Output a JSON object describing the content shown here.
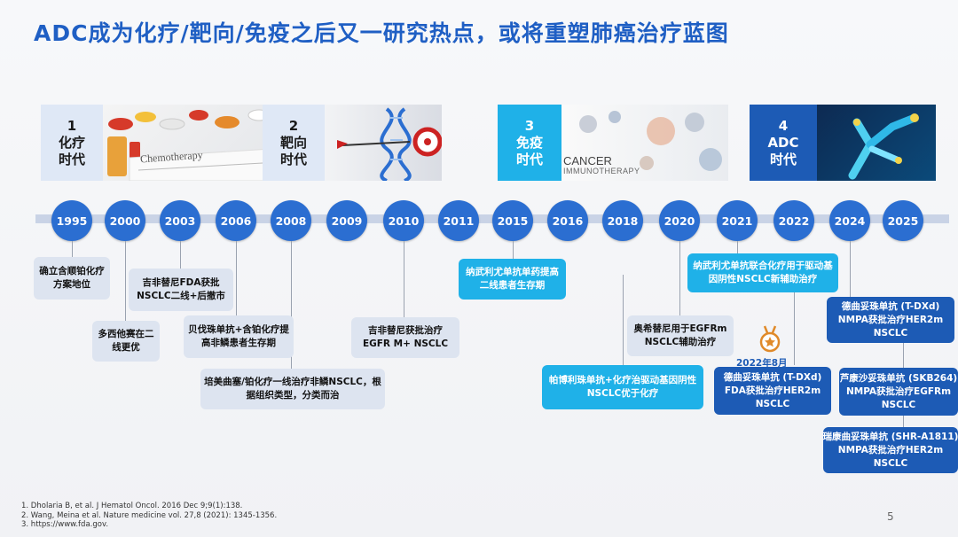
{
  "title": "ADC成为化疗/靶向/免疫之后又一研究热点，或将重塑肺癌治疗蓝图",
  "eras": [
    {
      "num": "1",
      "line1": "化疗",
      "line2": "时代",
      "image_text": "Chemotherapy"
    },
    {
      "num": "2",
      "line1": "靶向",
      "line2": "时代"
    },
    {
      "num": "3",
      "line1": "免疫",
      "line2": "时代",
      "image_text": "CANCER",
      "image_text2": "IMMUNOTHERAPY"
    },
    {
      "num": "4",
      "line1": "ADC",
      "line2": "时代"
    }
  ],
  "years": [
    "1995",
    "2000",
    "2003",
    "2006",
    "2008",
    "2009",
    "2010",
    "2011",
    "2015",
    "2016",
    "2018",
    "2020",
    "2021",
    "2022",
    "2024",
    "2025"
  ],
  "events": {
    "e1995": "确立含顺铂化疗方案地位",
    "e2000": "多西他赛在二线更优",
    "e2003": "吉非替尼FDA获批NSCLC二线+后撤市",
    "e2006": "贝伐珠单抗+含铂化疗提高非鳞患者生存期",
    "e2008": "培美曲塞/铂化疗一线治疗非鳞NSCLC，根据组织类型，分类而治",
    "e2010": "吉非替尼获批治疗EGFR M+ NSCLC",
    "e2015": "纳武利尤单抗单药提高二线患者生存期",
    "e2016": "帕博利珠单抗+化疗治驱动基因阴性NSCLC优于化疗",
    "e2020": "奥希替尼用于EGFRm NSCLC辅助治疗",
    "e2021": "纳武利尤单抗联合化疗用于驱动基因阴性NSCLC新辅助治疗",
    "e2022a": "德曲妥珠单抗 (T-DXd)",
    "e2022b": "FDA获批治疗HER2m",
    "e2022c": "NSCLC",
    "e2022_date": "2022年8月",
    "e2024a": "德曲妥珠单抗 (T-DXd)",
    "e2024b": "NMPA获批治疗HER2m",
    "e2024c": "NSCLC",
    "e2025a1": "芦康沙妥珠单抗 (SKB264)",
    "e2025a2": "NMPA获批治疗EGFRm",
    "e2025a3": "NSCLC",
    "e2025b1": "瑞康曲妥珠单抗 (SHR-A1811)",
    "e2025b2": "NMPA获批治疗HER2m",
    "e2025b3": "NSCLC"
  },
  "references": [
    "1.   Dholaria B, et al. J Hematol Oncol. 2016 Dec 9;9(1):138.",
    "2.   Wang, Meina et al. Nature medicine vol. 27,8 (2021): 1345-1356.",
    "3.   https://www.fda.gov."
  ],
  "page_number": "5",
  "colors": {
    "title": "#1f5fc4",
    "node": "#2b6ed1",
    "cyan": "#1fb1e8",
    "navy": "#1d5bb5",
    "gray_box": "#dde4f0",
    "axis": "#c9d3e6"
  }
}
